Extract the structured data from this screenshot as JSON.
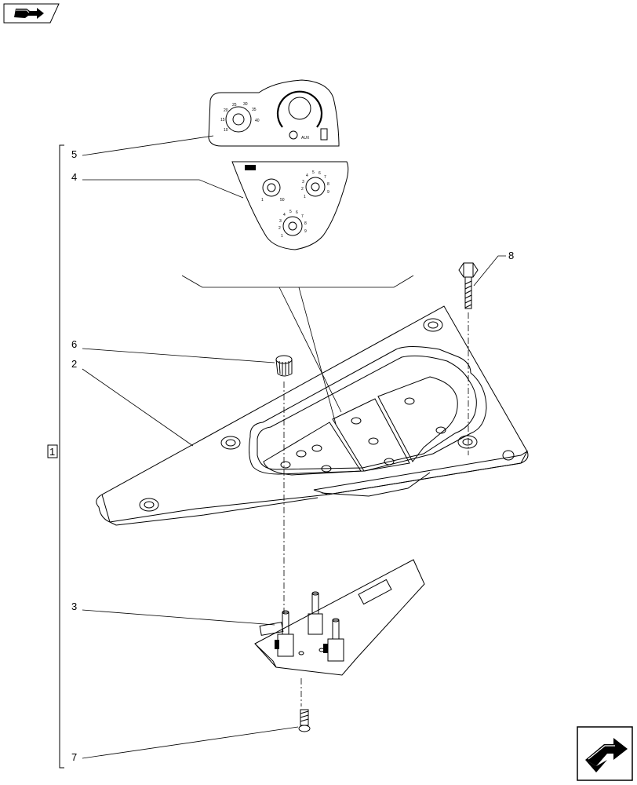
{
  "callouts": {
    "c1": "1",
    "c2": "2",
    "c3": "3",
    "c4": "4",
    "c5": "5",
    "c6": "6",
    "c7": "7",
    "c8": "8"
  },
  "decal5": {
    "scale": [
      "10",
      "15",
      "20",
      "25",
      "30",
      "35",
      "40"
    ],
    "aux": "AUX"
  },
  "decal4": {
    "left_scale": [
      "1",
      "50"
    ],
    "right_scale": [
      "1",
      "2",
      "3",
      "4",
      "5",
      "6",
      "7",
      "8",
      "9"
    ],
    "bottom_scale": [
      "1",
      "2",
      "3",
      "4",
      "5",
      "6",
      "7",
      "8",
      "9"
    ]
  },
  "icons": {
    "top_left": "book-arrow-icon",
    "bottom_right": "next-page-arrow-icon"
  }
}
